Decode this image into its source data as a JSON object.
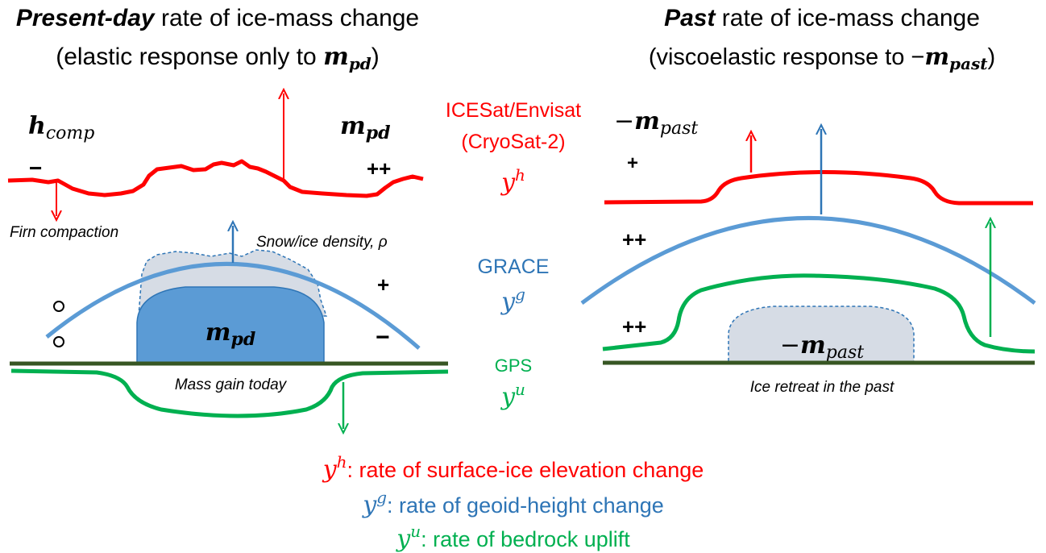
{
  "colors": {
    "red": "#ff0000",
    "blue": "#5b9bd5",
    "blue_text": "#2e75b6",
    "green": "#00b050",
    "ground": "#375623",
    "ice_light": "#d6dce5",
    "ice_dark": "#5b9bd5",
    "ice_border": "#2e75b6",
    "black": "#000000"
  },
  "left_panel": {
    "title_bold": "Present-day",
    "title_rest": " rate of ice-mass change",
    "subtitle_prefix": "(elastic response only to ",
    "subtitle_sym": "m",
    "subtitle_sub": "pd",
    "subtitle_suffix": ")",
    "h_comp_sym": "h",
    "h_comp_sub": "comp",
    "m_pd_sym": "m",
    "m_pd_sub": "pd",
    "minus_sign": "−",
    "plusplus_sign": "++",
    "plus_sign": "+",
    "minus_sign_right": "−",
    "firn_label": "Firn compaction",
    "snow_label": "Snow/ice density, ρ",
    "ice_sym": "m",
    "ice_sub": "pd",
    "ground_label": "Mass gain today"
  },
  "right_panel": {
    "title_bold": "Past",
    "title_rest": " rate of ice-mass change",
    "subtitle_prefix": "(viscoelastic response to ",
    "subtitle_minus": "−",
    "subtitle_sym": "m",
    "subtitle_sub": "past",
    "subtitle_suffix": ")",
    "m_past_minus": "−",
    "m_past_sym": "m",
    "m_past_sub": "past",
    "plus_sign": "+",
    "plusplus_1": "++",
    "plusplus_2": "++",
    "ice_minus": "−",
    "ice_sym": "m",
    "ice_sub": "past",
    "ground_label": "Ice retreat in the past"
  },
  "center": {
    "icesat_line1": "ICESat/Envisat",
    "icesat_line2": "(CryoSat-2)",
    "yh_sym": "y",
    "yh_sup": "h",
    "grace_label": "GRACE",
    "yg_sym": "y",
    "yg_sup": "g",
    "gps_label": "GPS",
    "yu_sym": "y",
    "yu_sup": "u"
  },
  "legend": {
    "yh_sym": "y",
    "yh_sup": "h",
    "yh_text": ": rate of surface-ice elevation change",
    "yg_sym": "y",
    "yg_sup": "g",
    "yg_text": ": rate of geoid-height change",
    "yu_sym": "y",
    "yu_sup": "u",
    "yu_text": ": rate of bedrock uplift"
  }
}
